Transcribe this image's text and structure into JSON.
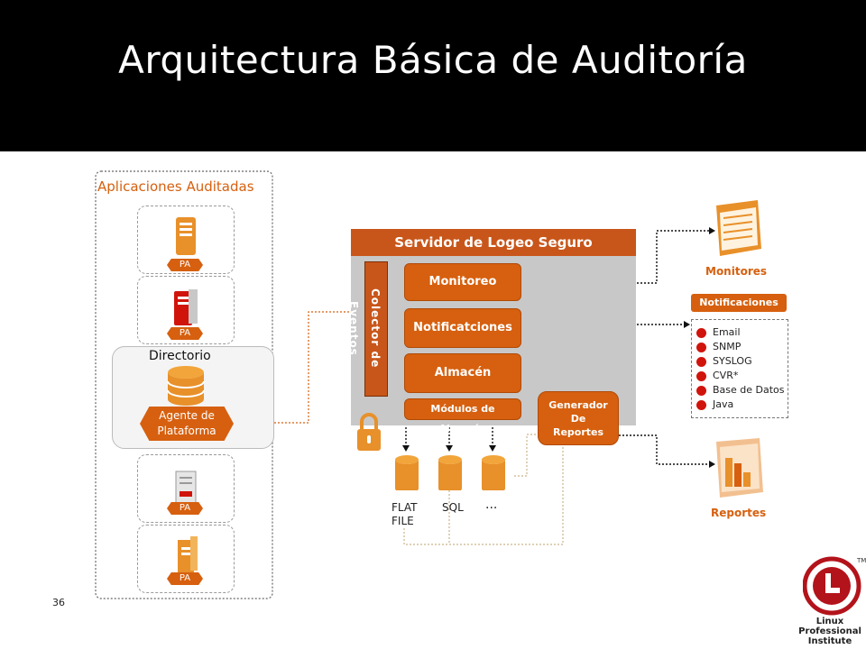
{
  "title": "Arquitectura Básica de Auditoría",
  "page_number": "36",
  "apps": {
    "heading": "Aplicaciones Auditadas",
    "pa_label": "PA",
    "directory": "Directorio",
    "agent_line1": "Agente de",
    "agent_line2": "Plataforma"
  },
  "server": {
    "title": "Servidor de Logeo Seguro",
    "collector": "Colector de Eventos",
    "monitoreo": "Monitoreo",
    "notificaciones": "Notificatciones",
    "almacen": "Almacén",
    "modulos": "Módulos de Almacén",
    "generador_line1": "Generador",
    "generador_line2": "De",
    "generador_line3": "Reportes"
  },
  "storage": {
    "flat_line1": "FLAT",
    "flat_line2": "FILE",
    "sql": "SQL",
    "more": "..."
  },
  "outputs": {
    "monitores": "Monitores",
    "notificaciones_title": "Notificaciones",
    "notif_items": [
      "Email",
      "SNMP",
      "SYSLOG",
      "CVR*",
      "Base de Datos",
      "Java"
    ],
    "reportes": "Reportes"
  },
  "logo": {
    "line1": "Linux",
    "line2": "Professional",
    "line3": "Institute",
    "tm": "TM"
  },
  "colors": {
    "accent": "#d6600f",
    "panel": "#c8c8c8",
    "bullet": "#d0140c",
    "logo_red": "#b3131b"
  }
}
